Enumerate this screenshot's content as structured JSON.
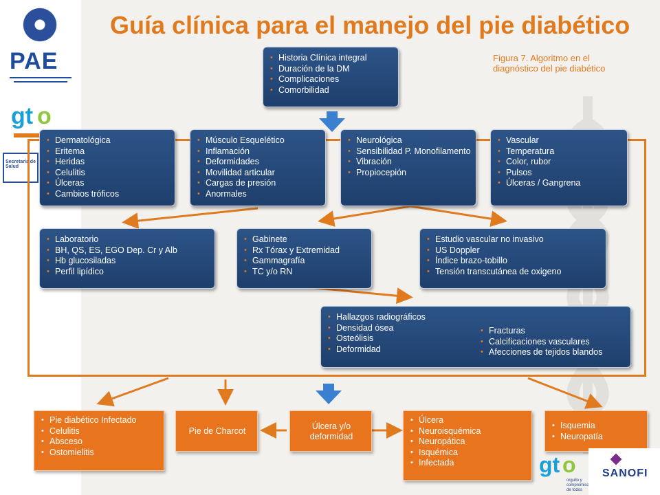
{
  "title": "Guía clínica para el manejo del pie diabético",
  "figure_caption": "Figura 7. Algoritmo en el diagnóstico del pie diabético",
  "logos": {
    "pae": "PAE",
    "gto_a": "gt",
    "gto_b": "o",
    "secretaria": "Secretaría de Salud",
    "sanofi": "SANOFI",
    "gto_small": "orgullo y compromiso de todos"
  },
  "colors": {
    "orange": "#e07a1f",
    "navy": "#1e3f6c",
    "orange_box": "#e8751d",
    "arrow_blue": "#3a7fd0"
  },
  "top_box": [
    "Historia Clínica integral",
    "Duración de la DM",
    "Complicaciones",
    "Comorbilidad"
  ],
  "assessment": {
    "dermatologica": [
      "Dermatológica",
      "Eritema",
      "Heridas",
      "Celulitis",
      "Úlceras",
      "Cambios tróficos"
    ],
    "musculo": [
      "Músculo Esquelético",
      "Inflamación",
      "Deformidades",
      "Movilidad articular",
      "Cargas de presión",
      "Anormales"
    ],
    "neurologica": [
      "Neurológica",
      "Sensibilidad P. Monofilamento",
      "Vibración",
      "Propiocepión"
    ],
    "vascular": [
      "Vascular",
      "Temperatura",
      "Color, rubor",
      "Pulsos",
      "Úlceras / Gangrena"
    ]
  },
  "studies": {
    "laboratorio": [
      "Laboratorio",
      "BH, QS, ES, EGO Dep. Cr y Alb",
      "Hb glucosiladas",
      "Perfil lipídico"
    ],
    "gabinete": [
      "Gabinete",
      "Rx Tórax y Extremidad",
      "Gammagrafía",
      "TC y/o RN"
    ],
    "vascular_study": [
      "Estudio vascular no invasivo",
      "US Doppler",
      "Índice brazo-tobillo",
      "Tensión transcutánea de oxigeno"
    ]
  },
  "hallazgos": {
    "main": [
      "Hallazgos radiográficos",
      "Densidad ósea",
      "Osteólisis",
      "Deformidad"
    ],
    "sub": [
      "Fracturas",
      "Calcificaciones vasculares",
      "Afecciones de tejidos blandos"
    ]
  },
  "outcomes": {
    "infectado": [
      "Pie diabético Infectado",
      "Celulitis",
      "Absceso",
      "Ostomielitis"
    ],
    "charcot": "Pie de Charcot",
    "ulcera_deformidad": "Úlcera y/o deformidad",
    "ulcera": [
      "Úlcera",
      "Neuroisquémica",
      "Neuropática",
      "Isquémica",
      "Infectada"
    ],
    "isquemia": [
      "Isquemia",
      "Neuropatía"
    ]
  }
}
